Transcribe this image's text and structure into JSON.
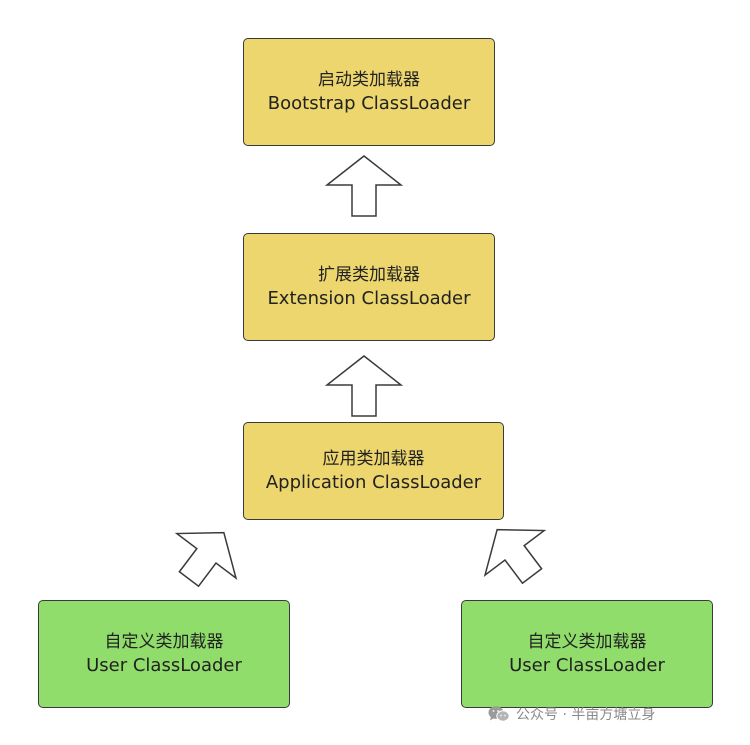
{
  "diagram": {
    "nodes": {
      "bootstrap": {
        "title_cn": "启动类加载器",
        "title_en": "Bootstrap ClassLoader"
      },
      "extension": {
        "title_cn": "扩展类加载器",
        "title_en": "Extension ClassLoader"
      },
      "application": {
        "title_cn": "应用类加载器",
        "title_en": "Application ClassLoader"
      },
      "user_left": {
        "title_cn": "自定义类加载器",
        "title_en": "User ClassLoader"
      },
      "user_right": {
        "title_cn": "自定义类加载器",
        "title_en": "User ClassLoader"
      }
    },
    "edges": [
      {
        "from": "extension",
        "to": "bootstrap"
      },
      {
        "from": "application",
        "to": "extension"
      },
      {
        "from": "user_left",
        "to": "application"
      },
      {
        "from": "user_right",
        "to": "application"
      }
    ],
    "colors": {
      "core_loader_fill": "#ecd66d",
      "user_loader_fill": "#90dd6c",
      "border": "#3a3a3a"
    }
  },
  "watermark": {
    "text": "公众号 · 半亩方塘立身",
    "icon": "wechat-icon"
  }
}
